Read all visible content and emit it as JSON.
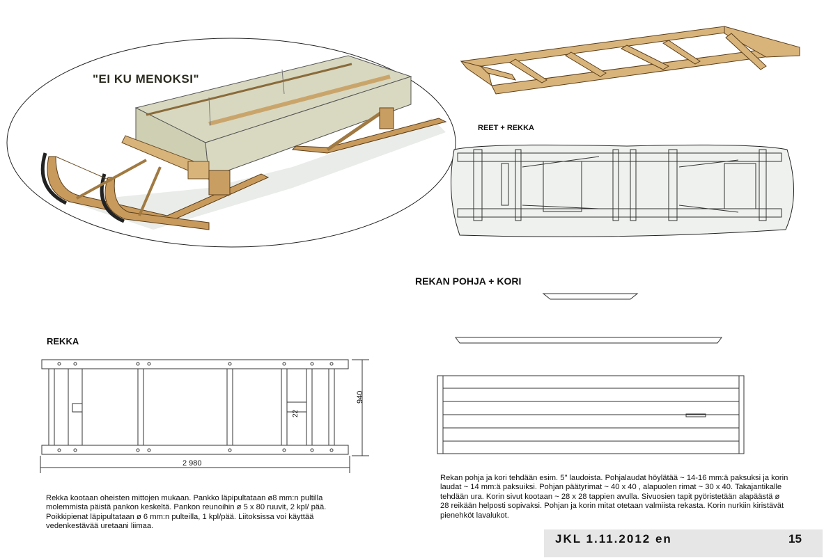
{
  "render_title": "\"EI KU MENOKSI\"",
  "sections": {
    "reet_rekka": "REET + REKKA",
    "pohja_kori": "REKAN POHJA + KORI",
    "rekka": "REKKA"
  },
  "dimensions": {
    "length": "2 980",
    "width": "940",
    "spacing": "22"
  },
  "rekka_text": "Rekka kootaan oheisten mittojen mukaan. Pankko läpipultataan ø8 mm:n pultilla molemmista päistä pankon keskeltä. Pankon reunoihin ø 5 x 80 ruuvit,  2 kpl/ pää. Poikkipienat läpipultataan ø 6 mm:n pulteilla, 1 kpl/pää. Liitoksissa voi käyttää vedenkestävää uretaani liimaa.",
  "pohja_text": "Rekan pohja ja kori tehdään esim. 5\" laudoista. Pohjalaudat höylätää ~ 14-16 mm:ä paksuksi ja korin laudat ~ 14 mm:ä paksuiksi. Pohjan päätyrimat ~ 40 x 40 , alapuolen rimat ~ 30 x 40. Takajantikalle tehdään ura. Korin sivut kootaan ~ 28 x 28 tappien avulla. Sivuosien tapit pyöristetään alapäästä ø 28 reikään helposti sopivaksi. Pohjan ja korin mitat otetaan valmiista rekasta. Korin nurkiin kiristävät pienehköt lavalukot.",
  "footer": {
    "date": "JKL  1.11.2012  en",
    "page": "15"
  }
}
